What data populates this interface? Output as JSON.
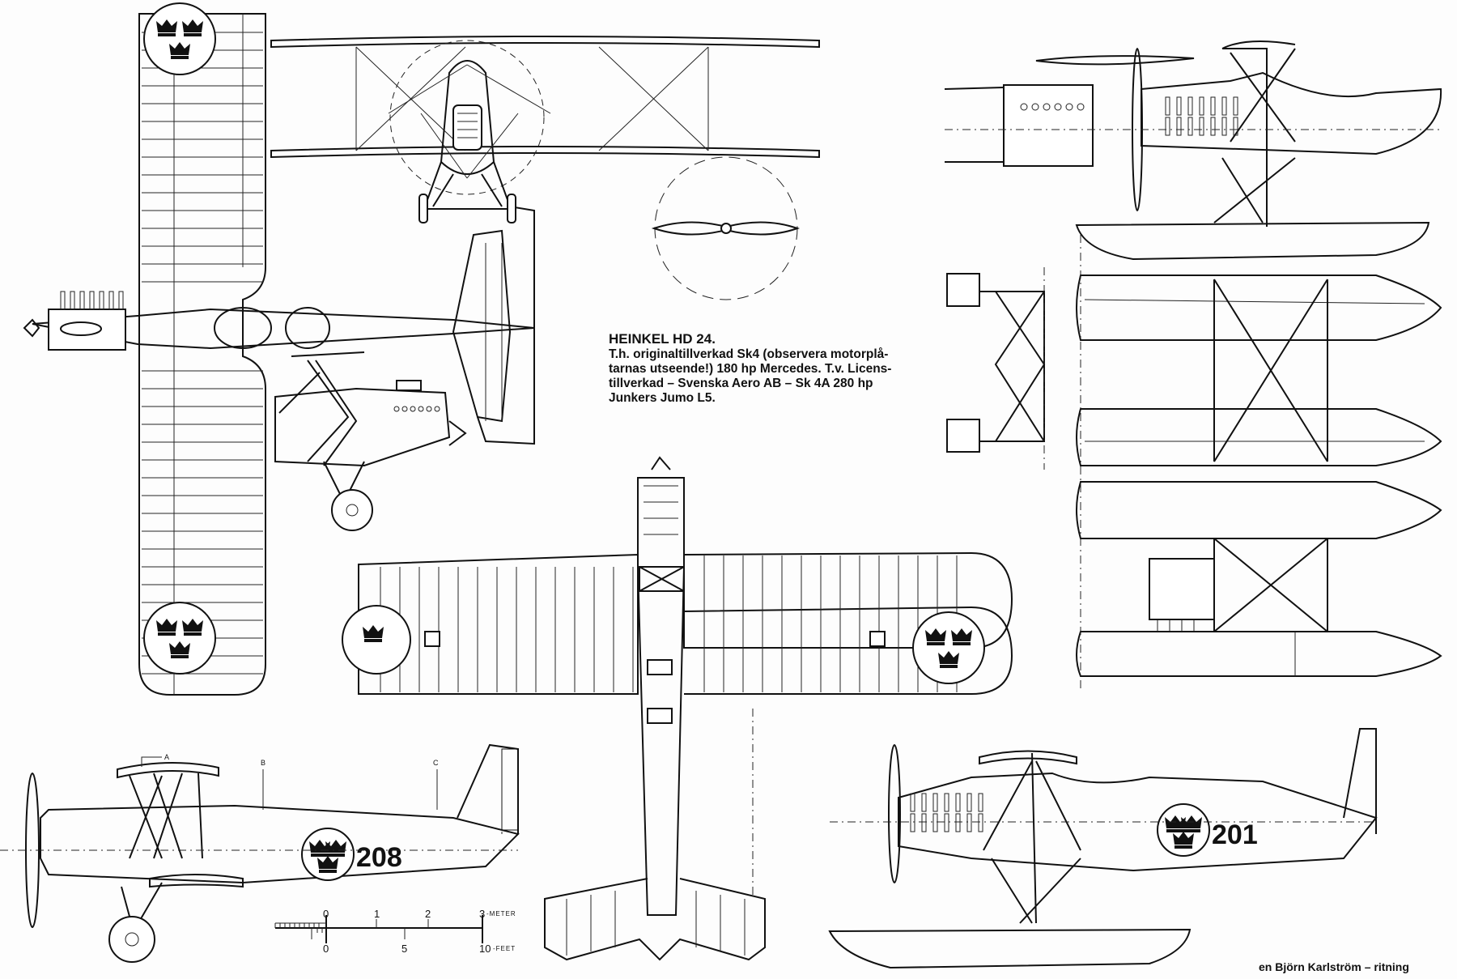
{
  "caption": {
    "title": "HEINKEL HD 24.",
    "lines": [
      "T.h. originaltillverkad Sk4 (observera motorplå-",
      "tarnas utseende!) 180 hp Mercedes. T.v. Licens-",
      "tillverkad – Svenska Aero AB – Sk 4A 280 hp",
      "Junkers Jumo L5."
    ]
  },
  "markings": {
    "landplane_number": "208",
    "seaplane_number": "201"
  },
  "section_labels": {
    "a": "A",
    "b": "B",
    "c": "C"
  },
  "scale_bar": {
    "meter_ticks": [
      "0",
      "1",
      "2",
      "3"
    ],
    "meter_unit": "-METER",
    "feet_ticks": [
      "0",
      "5",
      "10"
    ],
    "feet_unit": "-FEET"
  },
  "credit": "en Björn Karlström – ritning"
}
